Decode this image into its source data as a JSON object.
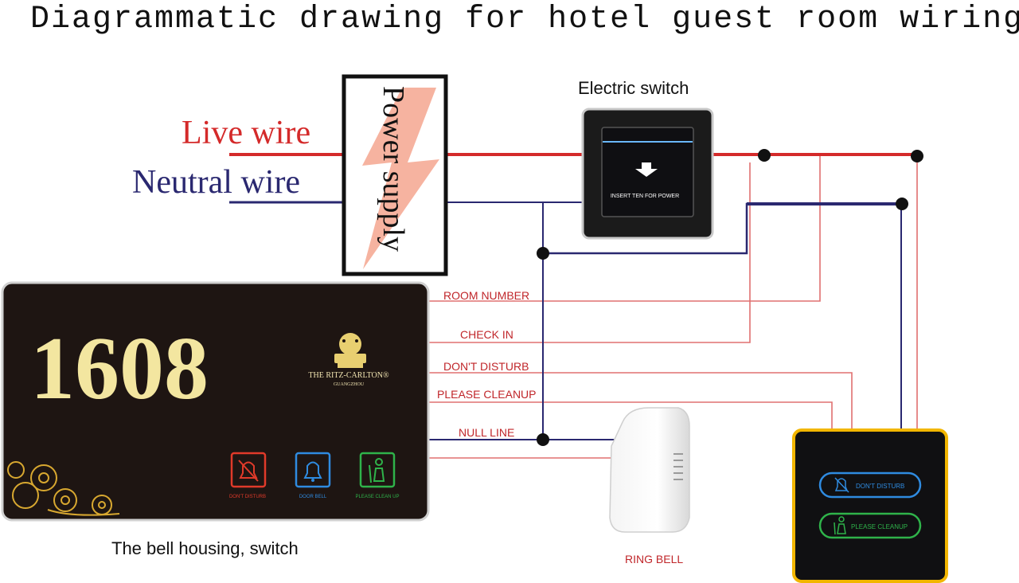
{
  "title": "Diagrammatic drawing for hotel guest room wiring",
  "wires": {
    "live_label": "Live wire",
    "neutral_label": "Neutral wire"
  },
  "power_supply": {
    "label": "Power supply"
  },
  "electric_switch": {
    "title": "Electric switch",
    "slot_text": "INSERT TEN FOR POWER"
  },
  "door_panel": {
    "room_number": "1608",
    "brand_line1": "THE RITZ-CARLTON®",
    "brand_line2": "GUANGZHOU",
    "buttons": [
      {
        "label": "DON'T DISTURB",
        "color": "#e03a2a"
      },
      {
        "label": "DOOR BELL",
        "color": "#2f8be0"
      },
      {
        "label": "PLEASE CLEAN UP",
        "color": "#2fb34a"
      }
    ],
    "caption": "The bell housing, switch"
  },
  "signal_lines": [
    {
      "label": "ROOM NUMBER"
    },
    {
      "label": "CHECK IN"
    },
    {
      "label": "DON'T DISTURB"
    },
    {
      "label": "PLEASE CLEANUP"
    },
    {
      "label": "NULL LINE"
    }
  ],
  "ring_bell": {
    "caption": "RING BELL"
  },
  "indoor_panel": {
    "buttons": [
      {
        "label": "DON'T DISTURB",
        "color": "#2f8be0"
      },
      {
        "label": "PLEASE CLEANUP",
        "color": "#2fb34a"
      }
    ]
  },
  "colors": {
    "live": "#d42a2a",
    "neutral": "#2a2870",
    "signal": "#e07070",
    "panel_bg": "#1e1512",
    "gold": "#f3e6a0",
    "frame_gold": "#f2b600"
  }
}
